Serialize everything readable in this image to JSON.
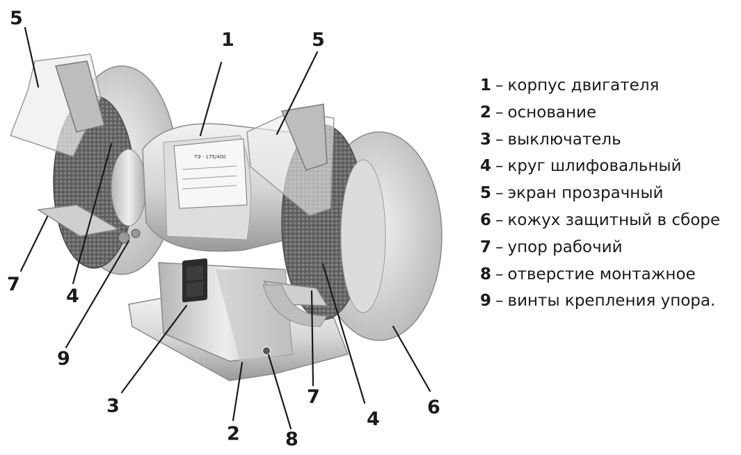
{
  "diagram": {
    "callouts": [
      "5",
      "1",
      "5",
      "7",
      "4",
      "9",
      "3",
      "2",
      "8",
      "7",
      "4",
      "6"
    ],
    "legend": [
      {
        "num": "1",
        "sep": "–",
        "text": "корпус двигателя"
      },
      {
        "num": "2",
        "sep": "–",
        "text": "основание"
      },
      {
        "num": "3",
        "sep": "–",
        "text": "выключатель"
      },
      {
        "num": "4",
        "sep": "–",
        "text": "круг шлифовальный"
      },
      {
        "num": "5",
        "sep": "–",
        "text": "экран прозрачный"
      },
      {
        "num": "6",
        "sep": "–",
        "text": "кожух защитный в сборе"
      },
      {
        "num": "7",
        "sep": "–",
        "text": "упор рабочий"
      },
      {
        "num": "8",
        "sep": "–",
        "text": "отверстие монтажное"
      },
      {
        "num": "9",
        "sep": "–",
        "text": "винты крепления упора."
      }
    ],
    "nameplate": {
      "model": "ТЭ - 175/400"
    }
  }
}
